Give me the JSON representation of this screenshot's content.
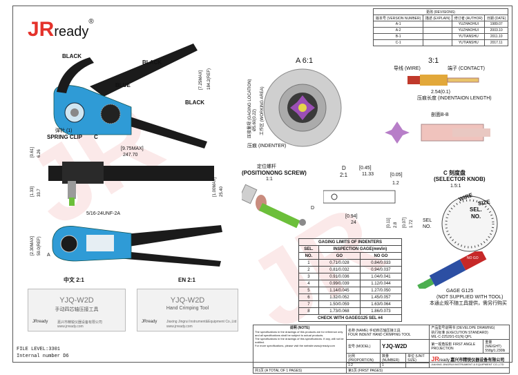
{
  "logo": {
    "brand": "JR",
    "suffix": "ready",
    "reg": "®"
  },
  "revisions": {
    "title": "更改 (REVISIONS)",
    "headers": [
      "版本号 (VERSION NUMBER)",
      "描述 (EXPLAIN)",
      "修订者 (AUTHOR)",
      "日期 (DATE)"
    ],
    "rows": [
      [
        "A-1",
        "",
        "YUZHAOHUI",
        "1989.07"
      ],
      [
        "A-2",
        "",
        "YUZHAOHUI",
        "2003.10"
      ],
      [
        "B-1",
        "",
        "YUTIANSHU",
        "2011.10"
      ],
      [
        "C-1",
        "",
        "YUTIANSHU",
        "2017.11"
      ]
    ]
  },
  "callouts": {
    "black1": "BLACK",
    "black2": "BLACK",
    "black3": "BLACK",
    "blue": "BLUE",
    "spring_clip_cn": "弹针 (1)",
    "spring_clip": "SPRING CLIP",
    "c": "C",
    "a": "A",
    "thread": "5/16-24UNF-2A"
  },
  "dimensions": {
    "d_725max": "[7.25MAX]",
    "d_184": "184.2(REF)",
    "d_975max": "[9.75MAX]",
    "d_2477": "247.70",
    "d_061": "[0.61]",
    "d_626": "6.26",
    "d_133": "[1.33]",
    "d_337": "33.7",
    "d_100max": "[1.00MAX]",
    "d_254": "25.40",
    "d_230max": "[2.30MAX]",
    "d_590": "59.0(REF)",
    "d_045": "[0.45]",
    "d_1133": "11.33",
    "d_005": "[0.05]",
    "d_12": "1.2",
    "d_094": "[0.94]",
    "d_24": "24",
    "d_011": "[0.11]",
    "d_28": "2.8",
    "d_007": "[0.07]",
    "d_172": "1.72",
    "d_contact": "2.54(0.1)"
  },
  "details": {
    "a_title": "A  6:1",
    "a_gaging": "压接量规 (GAGING LOCATION)",
    "a_dia": "Ø5.60(0.22)",
    "a_work": "工作区 (WORKING AREA)",
    "a_indenter": "压痕 (INDENTER)",
    "r_title": "3:1",
    "r_wire": "导线 (WIRE)",
    "r_contact": "端子 (CONTACT)",
    "r_indent": "压痕长度 (INDENTAION LENGTH)",
    "r_bb": "剖面B-B",
    "pos_cn": "定位螺杆",
    "pos_en": "(POSITIONONG SCREW)",
    "pos_scale": "1:1",
    "d_title": "D",
    "d_scale": "2:1",
    "d_label": "D",
    "c_cn": "C  刻度盘",
    "c_en": "(SELECTOR KNOB)",
    "c_scale": "1.5:1",
    "knob_wire": "WIRE",
    "knob_size": "SIZE",
    "knob_sel": "SEL.",
    "knob_no": "NO.",
    "knob_sel2": "SEL",
    "knob_no2": "NO."
  },
  "gaging": {
    "title": "GAGING LIMITS OF INDENTERS",
    "col_sel": "SEL.",
    "col_no": "NO.",
    "col_insp": "INSPECTION GAGE(mm/in)",
    "col_go": "GO",
    "col_nogo": "NO GO",
    "rows": [
      [
        "1",
        "0.71/0.028",
        "0.84/0.033"
      ],
      [
        "2",
        "0.81/0.032",
        "0.94/0.037"
      ],
      [
        "3",
        "0.91/0.036",
        "1.04/0.041"
      ],
      [
        "4",
        "0.99/0.039",
        "1.12/0.044"
      ],
      [
        "5",
        "1.14/0.045",
        "1.27/0.050"
      ],
      [
        "6",
        "1.32/0.052",
        "1.45/0.057"
      ],
      [
        "7",
        "1.50/0.059",
        "1.63/0.064"
      ],
      [
        "8",
        "1.73/0.068",
        "1.86/0.073"
      ]
    ],
    "footer": "CHECK WITH GAGEG125 SEL #4"
  },
  "gauge": {
    "label": "GAGE G125",
    "note_en": "(NOT SUPPLIED WITH TOOL)",
    "note_cn": "本通止规不随工具提供，需另行购买",
    "nogo": "NO GO",
    "go": "GO"
  },
  "bottom": {
    "cn_label": "中文  2:1",
    "en_label": "EN  2:1",
    "card_cn_model": "YJQ-W2D",
    "card_cn_name": "手动四芯轴压接工具",
    "card_cn_company": "嘉兴市精锐仪器设备有限公司",
    "card_cn_url": "www.jrready.com",
    "card_cn_brand": "JRready",
    "card_en_model": "YJQ-W2D",
    "card_en_name": "Hand Crimping Tool",
    "card_en_company": "Jiaxing Jingrui Instrument&Equipment Co.,Ltd",
    "card_en_url": "www.jrready.com",
    "card_en_brand": "JRready",
    "file_level": "FILE LEVEL:3301",
    "internal": "Internal number D6"
  },
  "titleblock": {
    "note_h": "说明 (NOTE)",
    "note_1": "The specifications in the drawings of this products are for reference only",
    "note_2": "and all specifications shall be subject to actual products.",
    "note_3": "The specifications in the drawings of this specifications. If any, will not be notified.",
    "note_4": "For more specifications, please visit the website:www.jrready.com",
    "name_h": "名称 (NAME)",
    "name_v": "手动四芯轴压接工具",
    "name_en": "FOUR INDENT HAND CRIMPING TOOL",
    "model_h": "型号 (MODEL)",
    "model_v": "YJQ-W2D",
    "prod_h": "产品型号说明书 (DEVELOPE DRAWING)",
    "mil_h": "执行标准 (EXECUTION STANDARD)",
    "mil_v": "MIL-C-22520/1-01(N) QPL",
    "proj_h": "第一视角投影 FIRST ANGLE PROJECTION",
    "weight_h": "重量 (WEIGHT)",
    "weight_v": "558g/1.230lb",
    "prop_h": "比例 (PROPORTION)",
    "prop_v": "1:2",
    "num_h": "数量 (NUMBER)",
    "num_v": "1",
    "unit_h": "单位 (UNIT SIZE)",
    "unit_v": "",
    "total": "共1页 (A TOTAL OF 1 PAGES)",
    "first": "第1页 (FIRST PAGES)",
    "company_cn": "嘉兴市精锐仪器设备有限公司",
    "company_en": "JIAXING JINGRUI INSTRUMENT & EQUIPMENT CO.,LTD",
    "jr_brand": "JR",
    "jr_suffix": "ready"
  },
  "colors": {
    "tool_blue": "#2f9bd6",
    "handle_black": "#1b1b1b",
    "red": "#e4322b",
    "green": "#6cbf3a",
    "purple": "#9b4fb5"
  }
}
